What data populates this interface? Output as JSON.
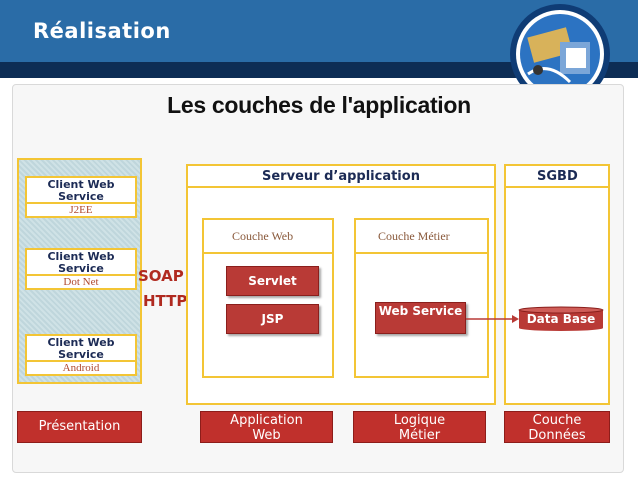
{
  "slide": {
    "title": "Réalisation"
  },
  "diagram": {
    "title": "Les couches de l'application",
    "clients": [
      {
        "label": "Client Web Service",
        "platform": "J2EE"
      },
      {
        "label": "Client Web Service",
        "platform": "Dot Net"
      },
      {
        "label": "Client Web Service",
        "platform": "Android"
      }
    ],
    "protocols": {
      "soap": "SOAP",
      "http": "HTTP"
    },
    "server": {
      "title": "Serveur d’application",
      "web_layer": {
        "title": "Couche Web",
        "components": [
          "Servlet",
          "JSP"
        ]
      },
      "business_layer": {
        "title": "Couche Métier",
        "component": "Web Service"
      }
    },
    "sgbd": {
      "title": "SGBD",
      "database": "Data Base"
    },
    "tiers": {
      "presentation": "Présentation",
      "web_app": "Application Web",
      "business": "Logique Métier",
      "data": "Couche Données"
    }
  },
  "colors": {
    "header": "#2a6ca7",
    "band": "#0d2d55",
    "border": "#f3c535",
    "button": "#b93a36"
  }
}
